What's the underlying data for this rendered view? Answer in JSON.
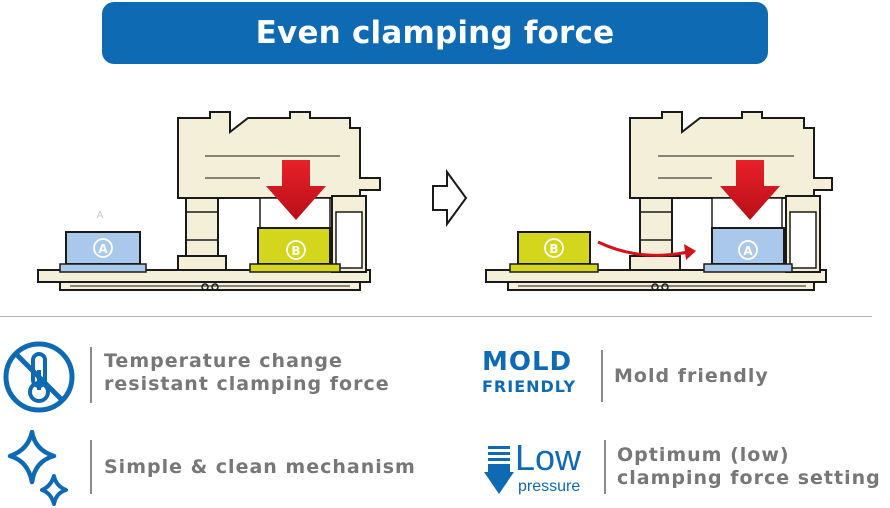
{
  "title": "Even clamping force",
  "diagram": {
    "left_state": {
      "mold_a_label": "A",
      "mold_b_label": "B",
      "stray_letter": "A"
    },
    "right_state": {
      "mold_a_label": "A",
      "mold_b_label": "B"
    }
  },
  "features": [
    {
      "icon": "no-temperature-icon",
      "line1": "Temperature change",
      "line2": "resistant clamping force"
    },
    {
      "icon": "mold-friendly-logo",
      "line1": "Mold friendly",
      "line2": ""
    },
    {
      "icon": "sparkle-icon",
      "line1": "Simple & clean mechanism",
      "line2": ""
    },
    {
      "icon": "low-pressure-logo",
      "line1": "Optimum (low)",
      "line2": "clamping force setting"
    }
  ],
  "logos": {
    "mold_friendly_top": "MOLD",
    "mold_friendly_bottom": "FRIENDLY",
    "low_pressure_big": "Low",
    "low_pressure_small": "pressure"
  },
  "colors": {
    "brand_blue": "#0f6ab4",
    "mold_a": "#a9c8ec",
    "mold_b": "#d4d61c",
    "arrow_red": "#d0121b",
    "machine_beige": "#f3efd8"
  }
}
